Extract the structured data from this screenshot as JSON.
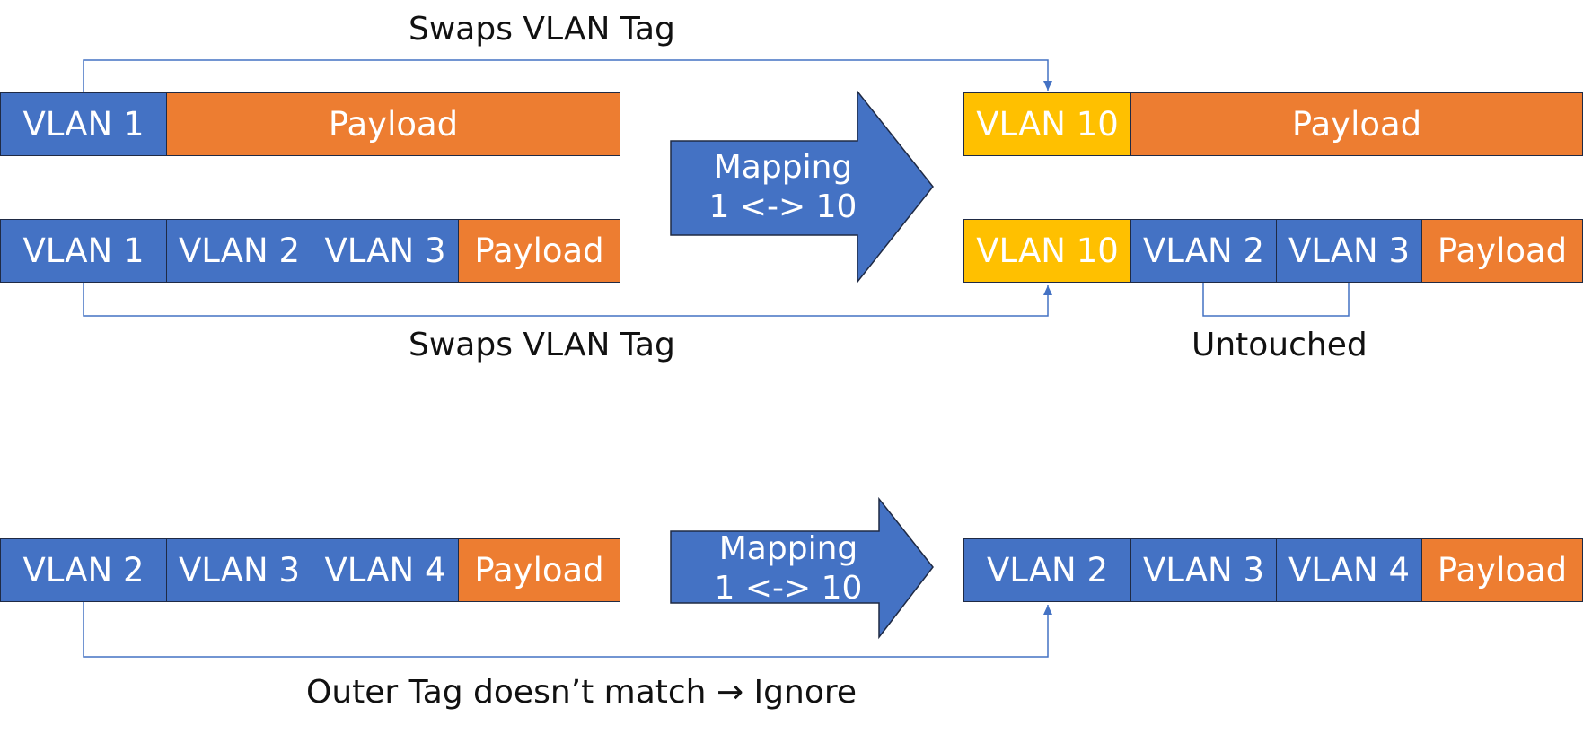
{
  "top_label": "Swaps VLAN Tag",
  "middle_label": "Swaps VLAN Tag",
  "untouched_label": "Untouched",
  "bottom_label": "Outer Tag doesn’t match → Ignore",
  "mapping_top": {
    "line1": "Mapping",
    "line2": "1 <-> 10"
  },
  "mapping_bottom": {
    "line1": "Mapping",
    "line2": "1 <-> 10"
  },
  "row1_in": [
    "VLAN 1",
    "Payload"
  ],
  "row1_out": [
    "VLAN 10",
    "Payload"
  ],
  "row2_in": [
    "VLAN 1",
    "VLAN 2",
    "VLAN 3",
    "Payload"
  ],
  "row2_out": [
    "VLAN 10",
    "VLAN 2",
    "VLAN 3",
    "Payload"
  ],
  "row3_in": [
    "VLAN 2",
    "VLAN 3",
    "VLAN 4",
    "Payload"
  ],
  "row3_out": [
    "VLAN 2",
    "VLAN 3",
    "VLAN 4",
    "Payload"
  ],
  "colors": {
    "vlan": "#4472c4",
    "payload": "#ed7d31",
    "mapped_vlan": "#ffc000",
    "connector": "#4472c4"
  }
}
